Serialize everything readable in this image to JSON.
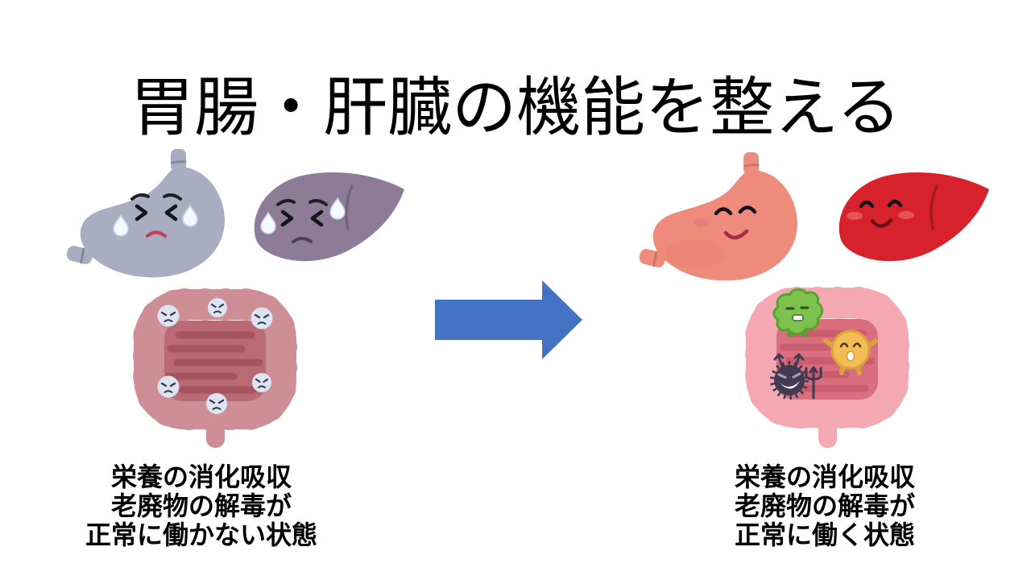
{
  "title": "胃腸・肝臓の機能を整える",
  "before": {
    "caption_lines": [
      "栄養の消化吸収",
      "老廃物の解毒が",
      "正常に働かない状態"
    ]
  },
  "after": {
    "caption_lines": [
      "栄養の消化吸収",
      "老廃物の解毒が",
      "正常に働く状態"
    ]
  },
  "illustrations": {
    "before": [
      "sick-stomach",
      "sick-liver",
      "sick-intestines"
    ],
    "after": [
      "healthy-stomach",
      "healthy-liver",
      "healthy-intestines-with-gut-bacteria"
    ],
    "arrow": "right-arrow"
  },
  "colors": {
    "background": "#ffffff",
    "text": "#000000",
    "arrow_blue": "#4472c4",
    "sick_stomach": "#a9adc2",
    "sick_stomach_band": "#8b8699",
    "sick_liver": "#8d7b97",
    "sick_intestine_outer": "#cd8e96",
    "sick_intestine_inner": "#b96a75",
    "sick_intestine_stripe": "#a5545f",
    "sick_face_bubble": "#dde3f2",
    "healthy_stomach": "#ef8b7c",
    "healthy_stomach_band": "#cf7566",
    "healthy_liver": "#d7212c",
    "healthy_intestine_outer": "#f3a8b2",
    "healthy_intestine_inner": "#d96f7e",
    "healthy_intestine_stripe": "#c75d6d",
    "bacteria_green": "#7dc24c",
    "bacteria_green_edge": "#5aa132",
    "bacteria_yellow": "#f4bc55",
    "bacteria_yellow_edge": "#dfa23a",
    "bacteria_dark": "#423a50",
    "sweat_drop": "#f4f8ff"
  }
}
